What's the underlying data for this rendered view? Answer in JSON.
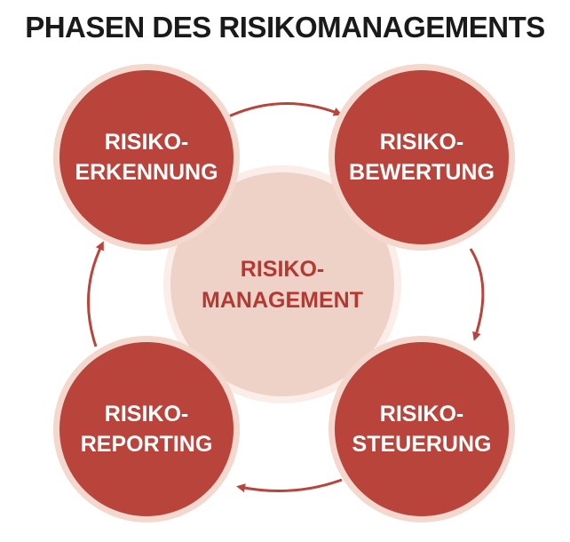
{
  "title": "PHASEN DES RISIKOMANAGEMENTS",
  "center": {
    "line1": "RISIKO-",
    "line2": "MANAGEMENT"
  },
  "phases": [
    {
      "line1": "RISIKO-",
      "line2": "ERKENNUNG"
    },
    {
      "line1": "RISIKO-",
      "line2": "BEWERTUNG"
    },
    {
      "line1": "RISIKO-",
      "line2": "STEUERUNG"
    },
    {
      "line1": "RISIKO-",
      "line2": "REPORTING"
    }
  ],
  "colors": {
    "phase_fill": "#b8443b",
    "phase_ring": "#f4d7cd",
    "center_fill": "#eed2c8",
    "center_text": "#b23a32",
    "arrow": "#b8443b"
  }
}
